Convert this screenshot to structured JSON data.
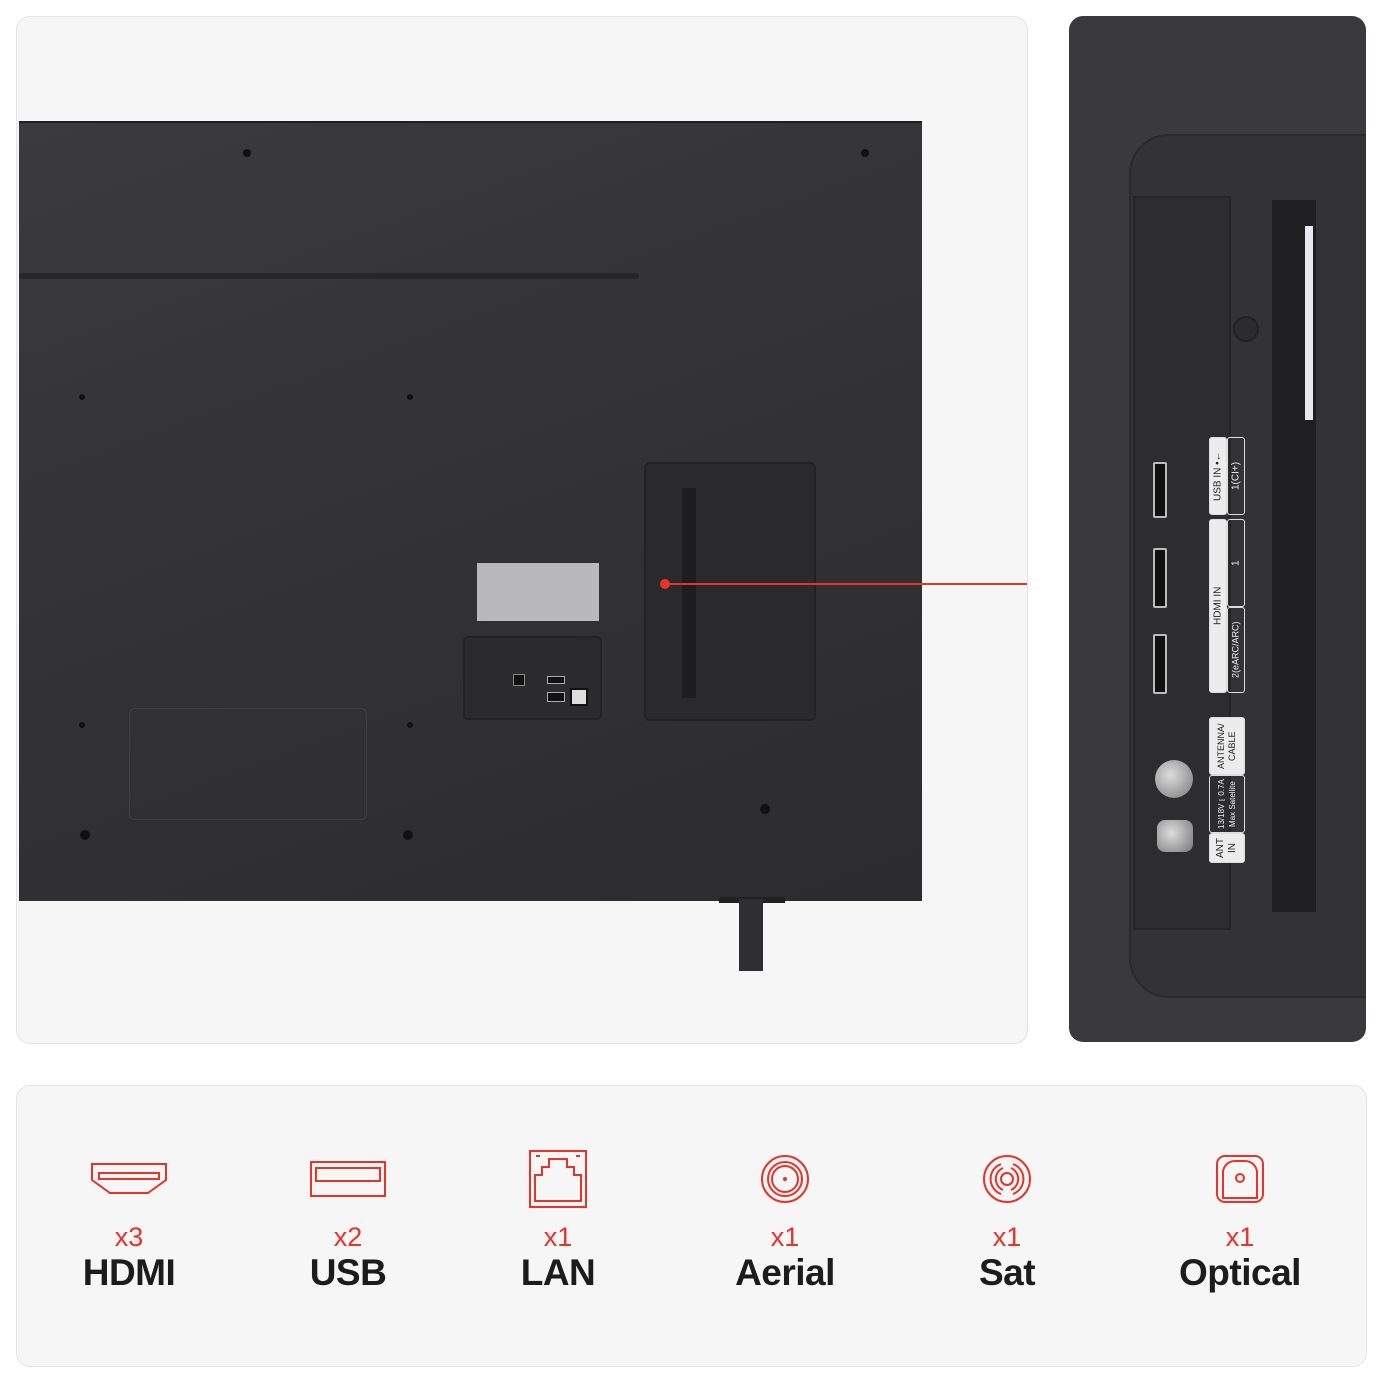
{
  "colors": {
    "accent": "#e8332a",
    "text": "#1c1c1c",
    "panel": "#f6f6f6",
    "tv_body": "#343436"
  },
  "zoom_labels": {
    "usb_in": "USB IN •←",
    "usb_port": "1(CI+)",
    "hdmi_in": "HDMI IN",
    "hdmi_1": "1",
    "hdmi_2": "2(eARC/ARC)",
    "antenna": "ANTENNA/ CABLE",
    "satellite": "13/18V⎓0.7A Max Satellite",
    "ant_in": "ANT IN"
  },
  "ports": [
    {
      "icon": "hdmi-icon",
      "count": "x3",
      "name": "HDMI"
    },
    {
      "icon": "usb-icon",
      "count": "x2",
      "name": "USB"
    },
    {
      "icon": "lan-icon",
      "count": "x1",
      "name": "LAN"
    },
    {
      "icon": "aerial-icon",
      "count": "x1",
      "name": "Aerial"
    },
    {
      "icon": "satellite-icon",
      "count": "x1",
      "name": "Sat"
    },
    {
      "icon": "optical-icon",
      "count": "x1",
      "name": "Optical"
    }
  ]
}
